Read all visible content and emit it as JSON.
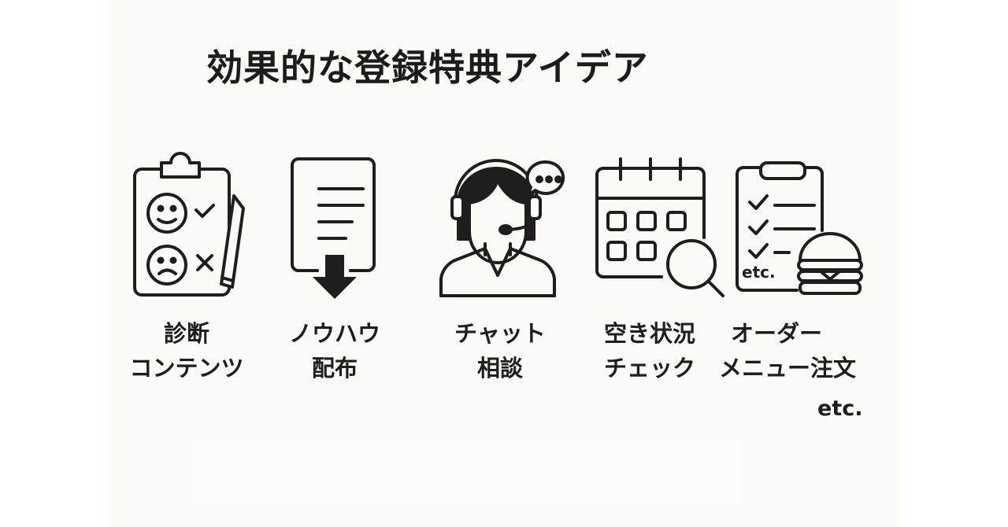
{
  "title": "効果的な登録特典アイデア",
  "items": [
    {
      "icon": "survey-clipboard-icon",
      "line1": "診断",
      "line2": "コンテンツ"
    },
    {
      "icon": "document-download-icon",
      "line1": "ノウハウ",
      "line2": "配布"
    },
    {
      "icon": "support-agent-chat-icon",
      "line1": "チャット",
      "line2": "相談"
    },
    {
      "icon": "calendar-search-icon",
      "line1": "空き状況",
      "line2": "チェック"
    },
    {
      "icon": "order-checklist-burger-icon",
      "line1": "オーダー",
      "line2": "メニュー注文",
      "icon_text": "etc."
    }
  ],
  "footnote": "etc.",
  "colors": {
    "panel": "#fbfaf6",
    "ink": "#1e1e1e",
    "page": "#ffffff"
  }
}
